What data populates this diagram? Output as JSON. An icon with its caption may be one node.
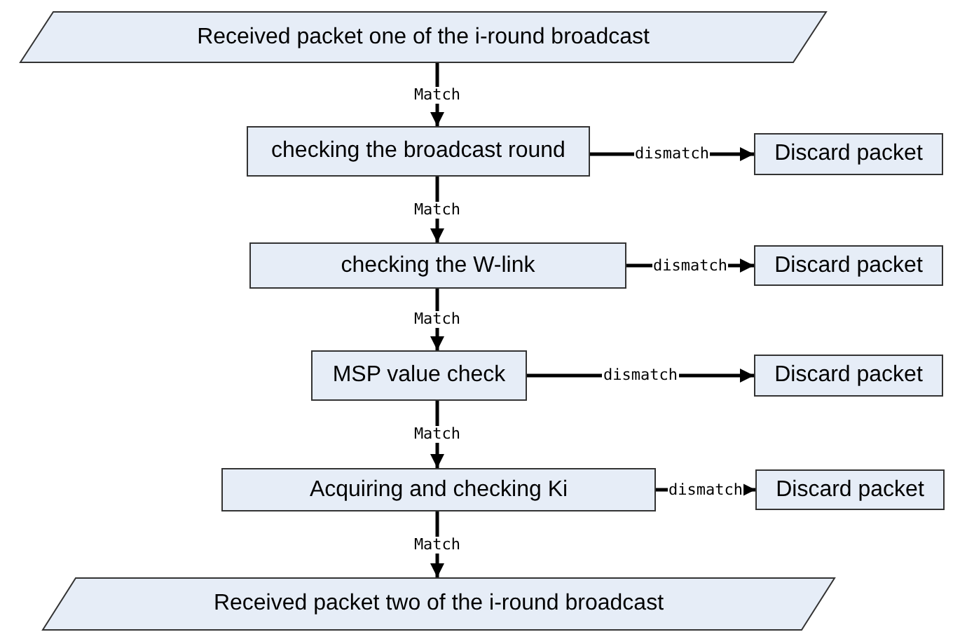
{
  "diagram": {
    "nodes": [
      {
        "text": [
          "Received packet one of the i-round broadcast"
        ]
      },
      {
        "text": [
          "checking the broadcast round"
        ]
      },
      {
        "text": [
          "Discard packet"
        ]
      },
      {
        "text": [
          "checking the W-link"
        ]
      },
      {
        "text": [
          "Discard packet"
        ]
      },
      {
        "text": [
          "MSP value check"
        ]
      },
      {
        "text": [
          "Discard packet"
        ]
      },
      {
        "text": [
          "Acquiring and checking Ki"
        ]
      },
      {
        "text": [
          "Discard packet"
        ]
      },
      {
        "text": [
          "Received packet two of the i-round broadcast"
        ]
      }
    ],
    "edges": [
      {
        "from": 0,
        "to": 1,
        "arrow": "to",
        "label": "Match"
      },
      {
        "from": 1,
        "to": 2,
        "arrow": "to",
        "label": "dismatch"
      },
      {
        "from": 1,
        "to": 3,
        "arrow": "to",
        "label": "Match"
      },
      {
        "from": 3,
        "to": 4,
        "arrow": "to",
        "label": "dismatch"
      },
      {
        "from": 3,
        "to": 5,
        "arrow": "to",
        "label": "Match"
      },
      {
        "from": 5,
        "to": 6,
        "arrow": "to",
        "label": "dismatch"
      },
      {
        "from": 5,
        "to": 7,
        "arrow": "to",
        "label": "Match"
      },
      {
        "from": 7,
        "to": 8,
        "arrow": "to",
        "label": "dismatch"
      },
      {
        "from": 7,
        "to": 9,
        "arrow": "to",
        "label": "Match"
      }
    ]
  }
}
